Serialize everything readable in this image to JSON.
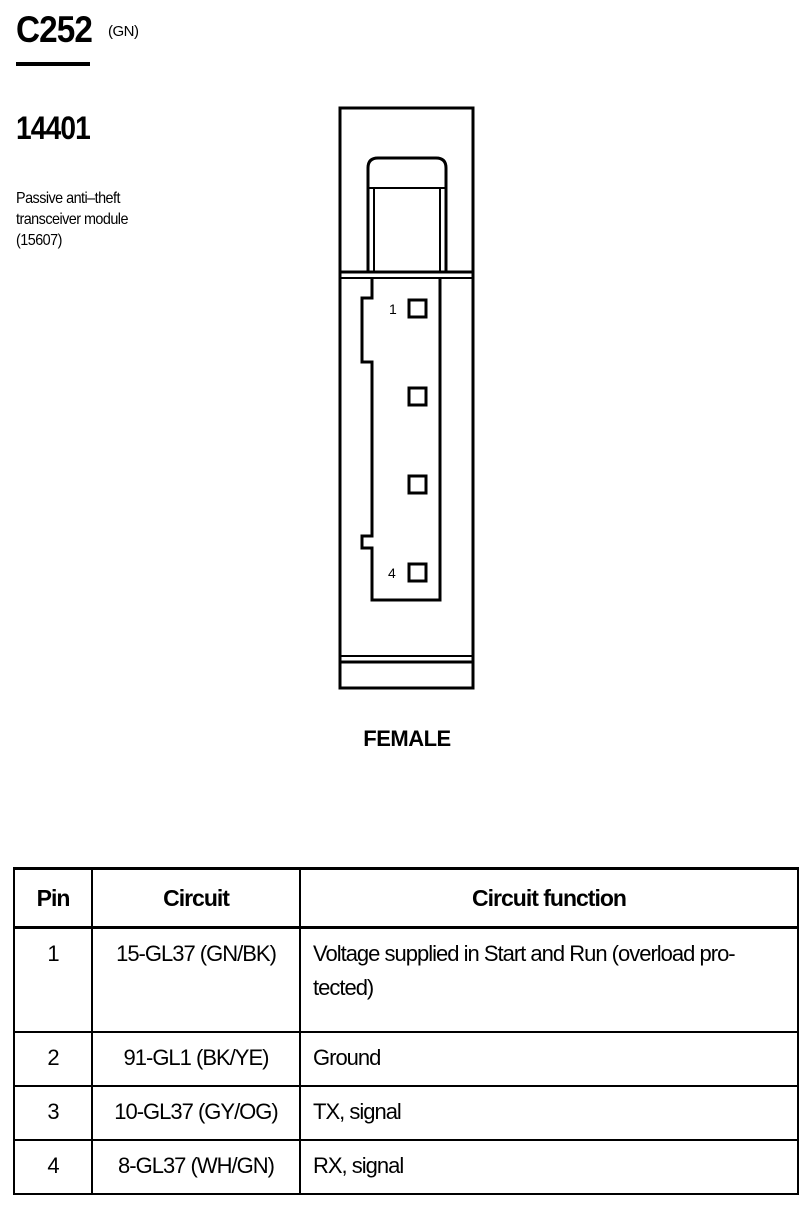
{
  "header": {
    "connector_id": "C252",
    "connector_color": "(GN)",
    "component_number": "14401",
    "component_description": [
      "Passive anti–theft",
      "transceiver module",
      "(15607)"
    ]
  },
  "diagram": {
    "pin_labels": [
      "1",
      "4"
    ],
    "cavities": 4,
    "gender": "FEMALE"
  },
  "table": {
    "headers": [
      "Pin",
      "Circuit",
      "Circuit function"
    ],
    "rows": [
      {
        "pin": "1",
        "circuit": "15-GL37 (GN/BK)",
        "function": "Voltage supplied in Start and Run (overload pro-tected)"
      },
      {
        "pin": "2",
        "circuit": "91-GL1 (BK/YE)",
        "function": "Ground"
      },
      {
        "pin": "3",
        "circuit": "10-GL37 (GY/OG)",
        "function": "TX, signal"
      },
      {
        "pin": "4",
        "circuit": "8-GL37 (WH/GN)",
        "function": "RX, signal"
      }
    ]
  }
}
